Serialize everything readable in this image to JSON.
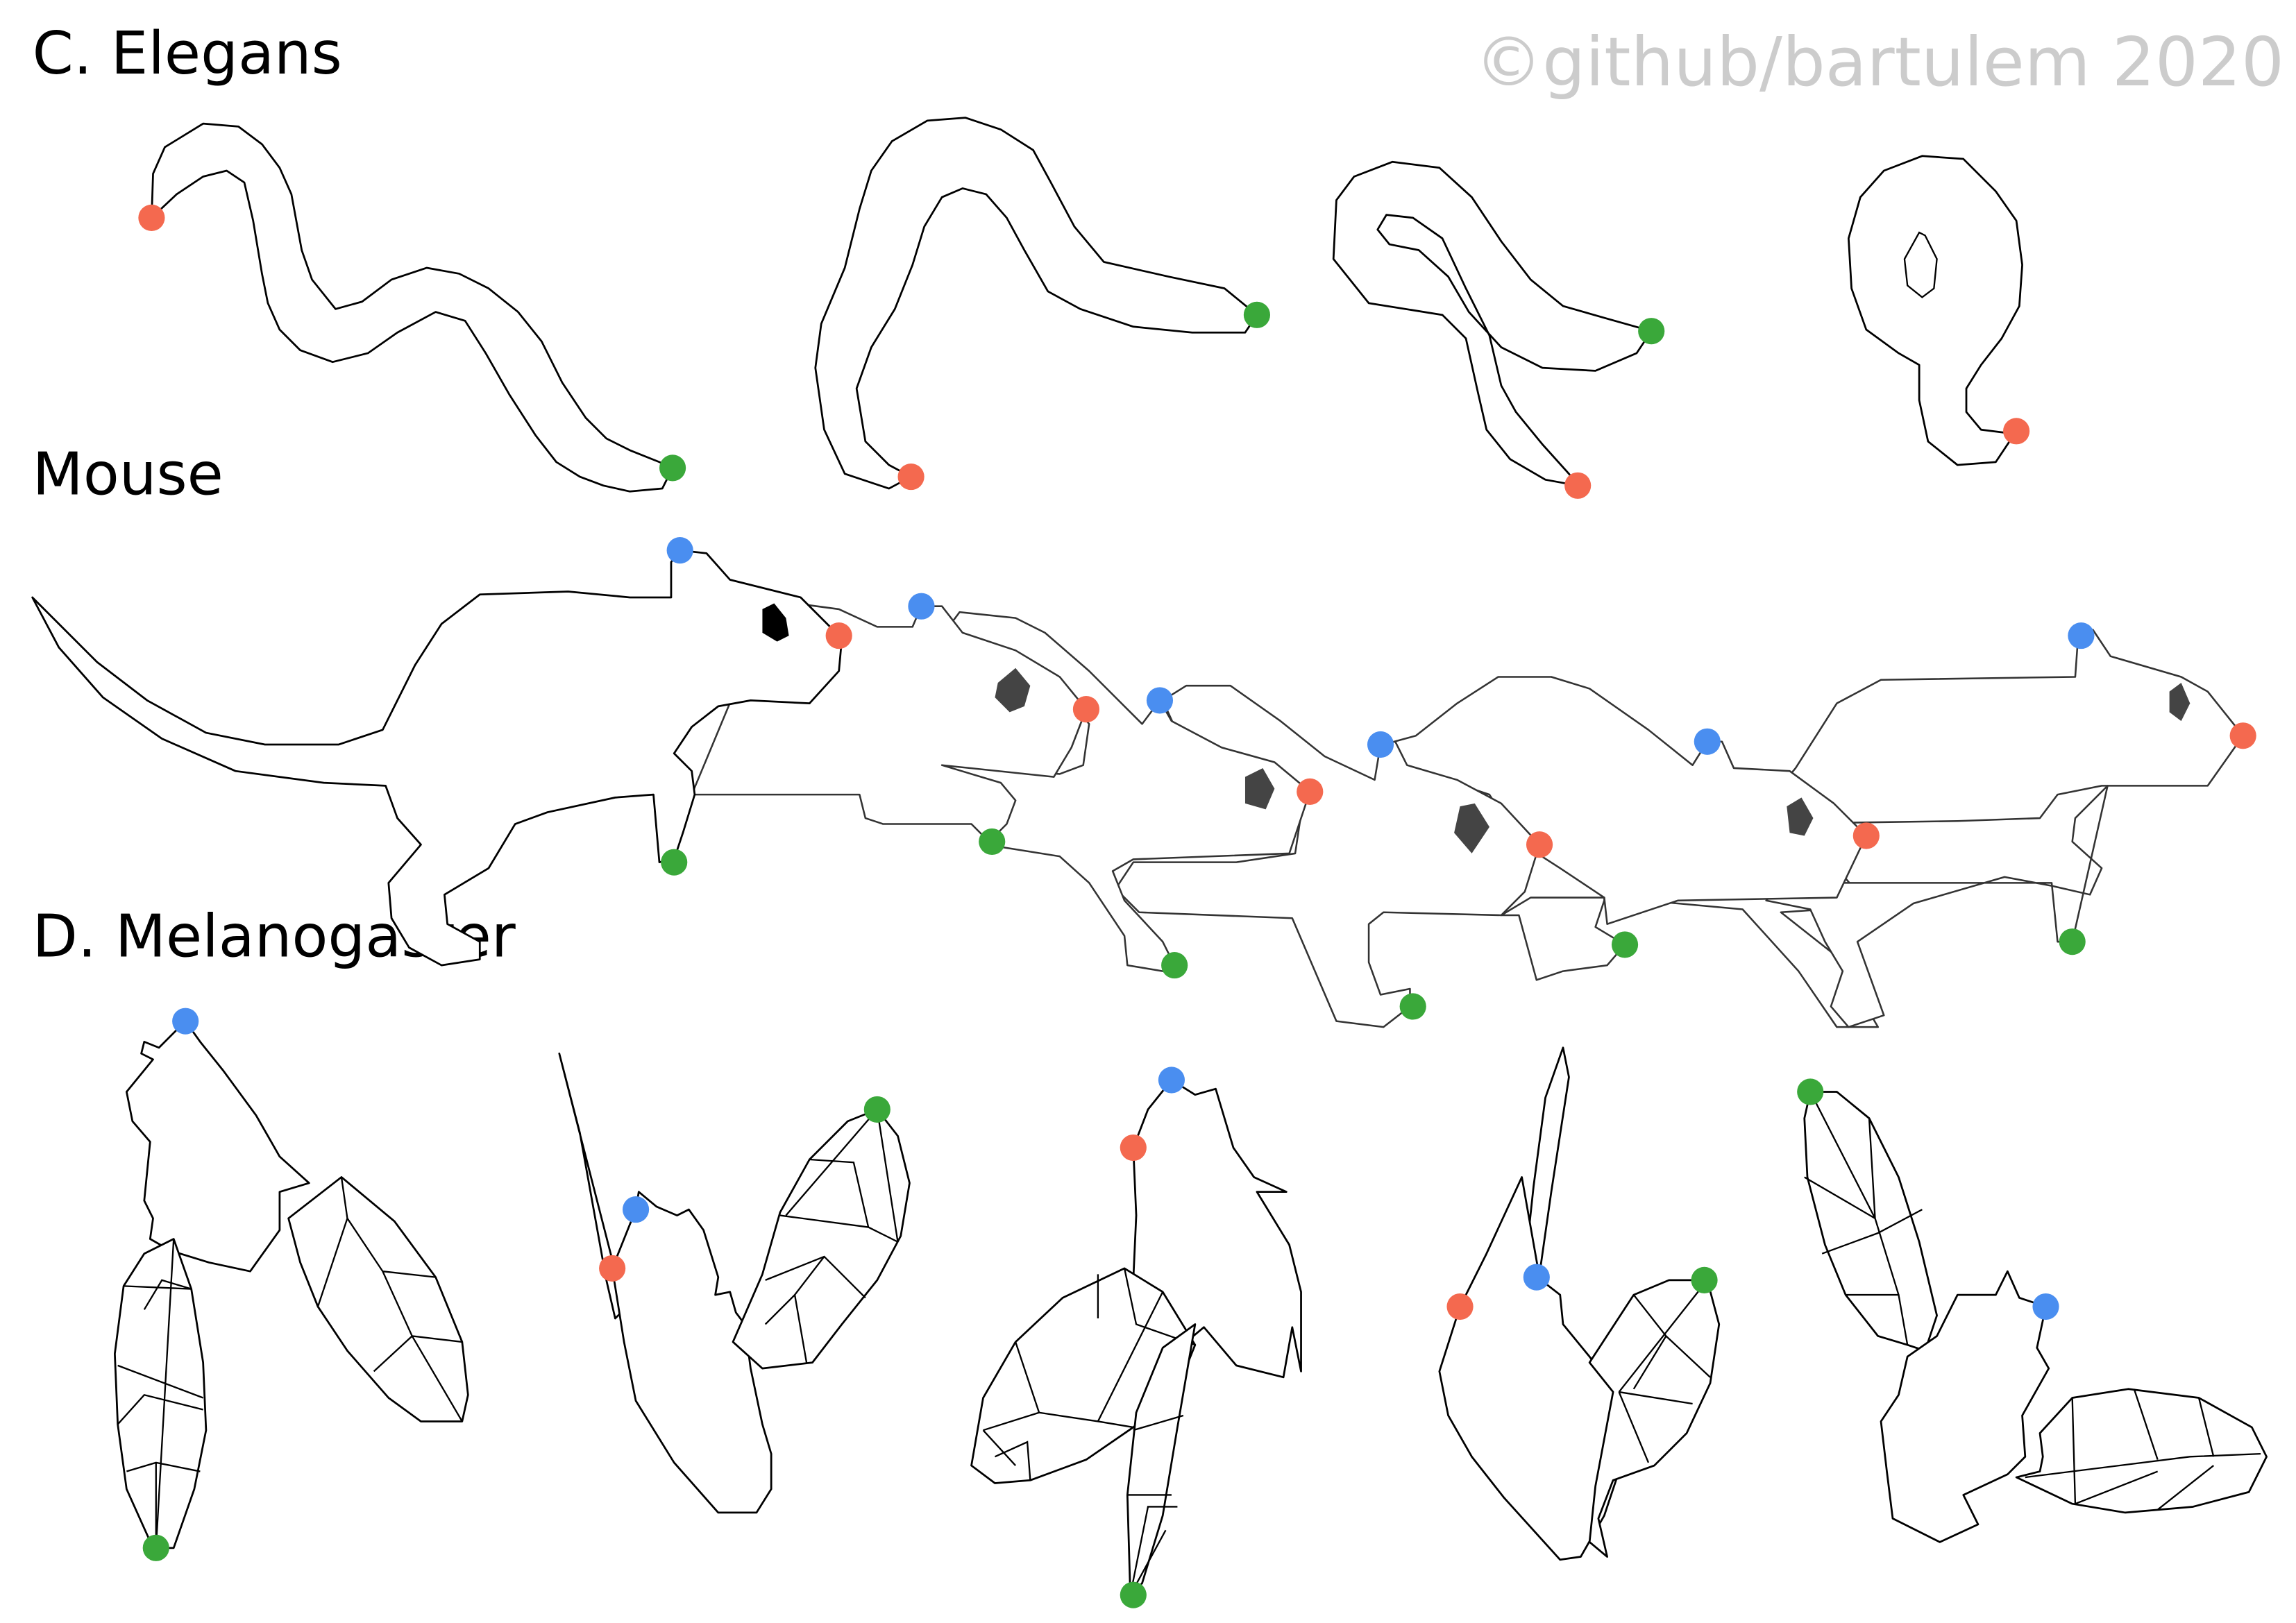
{
  "watermark": "©github/bartulem 2020",
  "sections": {
    "elegans": "C. Elegans",
    "mouse": "Mouse",
    "melanogaster": "D. Melanogaster"
  },
  "colors": {
    "red": "#f4694f",
    "green": "#3aa83a",
    "blue": "#4a8ef0",
    "eye_dark": "#444444",
    "eye_black": "#000000",
    "outline": "#000000",
    "background": "#ffffff"
  }
}
